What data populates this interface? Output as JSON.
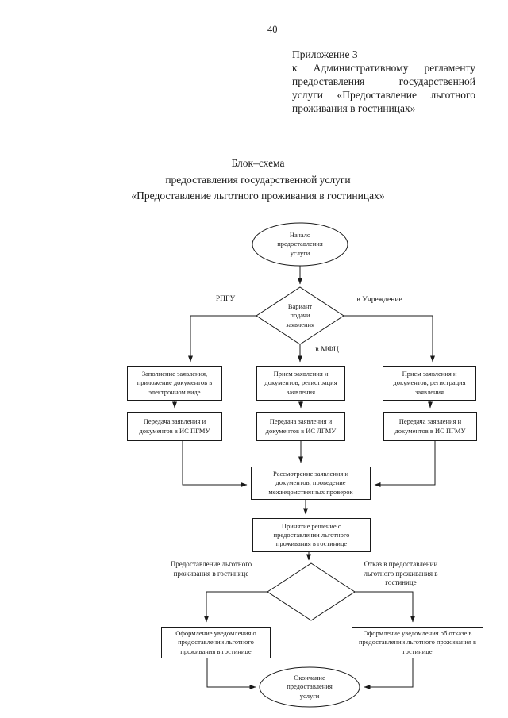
{
  "page": {
    "number": "40"
  },
  "appendix": {
    "lines": [
      "Приложение 3",
      "к Административному регламенту",
      "предоставления государственной",
      "услуги «Предоставление льготного",
      "проживания в гостиницах»"
    ]
  },
  "title": {
    "lines": [
      "Блок–схема",
      "предоставления государственной услуги",
      "«Предоставление льготного проживания в гостиницах»"
    ]
  },
  "flowchart": {
    "nodes": {
      "start": "Начало\nпредоставления\nуслуги",
      "variant": "Вариант\nподачи\nзаявления",
      "fill_epgu": "Заполнение заявления,\nприложение документов в\nэлектронном виде",
      "accept_mfc": "Прием заявления и\nдокументов, регистрация\nзаявления",
      "accept_institution": "Прием заявления и\nдокументов, регистрация\nзаявления",
      "transfer_left": "Передача заявления и\nдокументов в ИС ПГМУ",
      "transfer_mid": "Передача заявления и\nдокументов в ИС ЛГМУ",
      "transfer_right": "Передача заявления и\nдокументов в ИС ПГМУ",
      "review": "Рассмотрение заявления и\nдокументов, проведение\nмежведомственных проверок",
      "decide": "Принятие решение о\nпредоставлении льготного\nпроживания в гостинице",
      "notify_grant": "Оформление уведомления о\nпредоставлении льготного\nпроживания в гостинице",
      "notify_refuse": "Оформление уведомления об отказе в\nпредоставлении льготного проживания в\nгостинице",
      "end": "Окончание\nпредоставления\nуслуги"
    },
    "edge_labels": {
      "rpgu": "РПГУ",
      "institution": "в Учреждение",
      "mfc": "в МФЦ",
      "grant": "Предоставление льготного\nпроживания в гостинице",
      "refuse": "Отказ в предоставлении\nльготного проживания в\nгостинице"
    },
    "colors": {
      "ink": "#1a1a1a",
      "paper": "#ffffff"
    }
  }
}
